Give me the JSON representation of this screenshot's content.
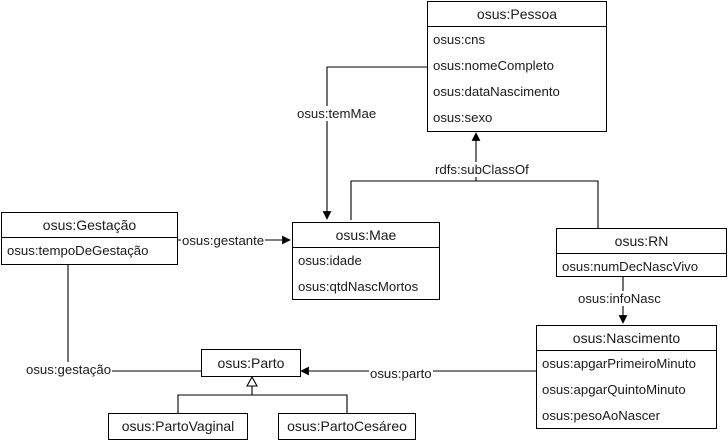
{
  "classes": {
    "pessoa": {
      "title": "osus:Pessoa",
      "attrs": [
        "osus:cns",
        "osus:nomeCompleto",
        "osus:dataNascimento",
        "osus:sexo"
      ]
    },
    "gestacao": {
      "title": "osus:Gestação",
      "attrs": [
        "osus:tempoDeGestação"
      ]
    },
    "mae": {
      "title": "osus:Mae",
      "attrs": [
        "osus:idade",
        "osus:qtdNascMortos"
      ]
    },
    "rn": {
      "title": "osus:RN",
      "attrs": [
        "osus:numDecNascVivo"
      ]
    },
    "nascimento": {
      "title": "osus:Nascimento",
      "attrs": [
        "osus:apgarPrimeiroMinuto",
        "osus:apgarQuintoMinuto",
        "osus:pesoAoNascer"
      ]
    },
    "parto": {
      "title": "osus:Parto"
    },
    "parto_vaginal": {
      "title": "osus:PartoVaginal"
    },
    "parto_cesareo": {
      "title": "osus:PartoCesáreo"
    }
  },
  "edges": {
    "tem_mae": "osus:temMae",
    "subclass_of": "rdfs:subClassOf",
    "gestante": "osus:gestante",
    "info_nasc": "osus:infoNasc",
    "gestacao": "osus:gestação",
    "parto": "osus:parto"
  },
  "colors": {
    "line": "#000000",
    "text": "#1a1a1a",
    "background": "#ffffff"
  }
}
